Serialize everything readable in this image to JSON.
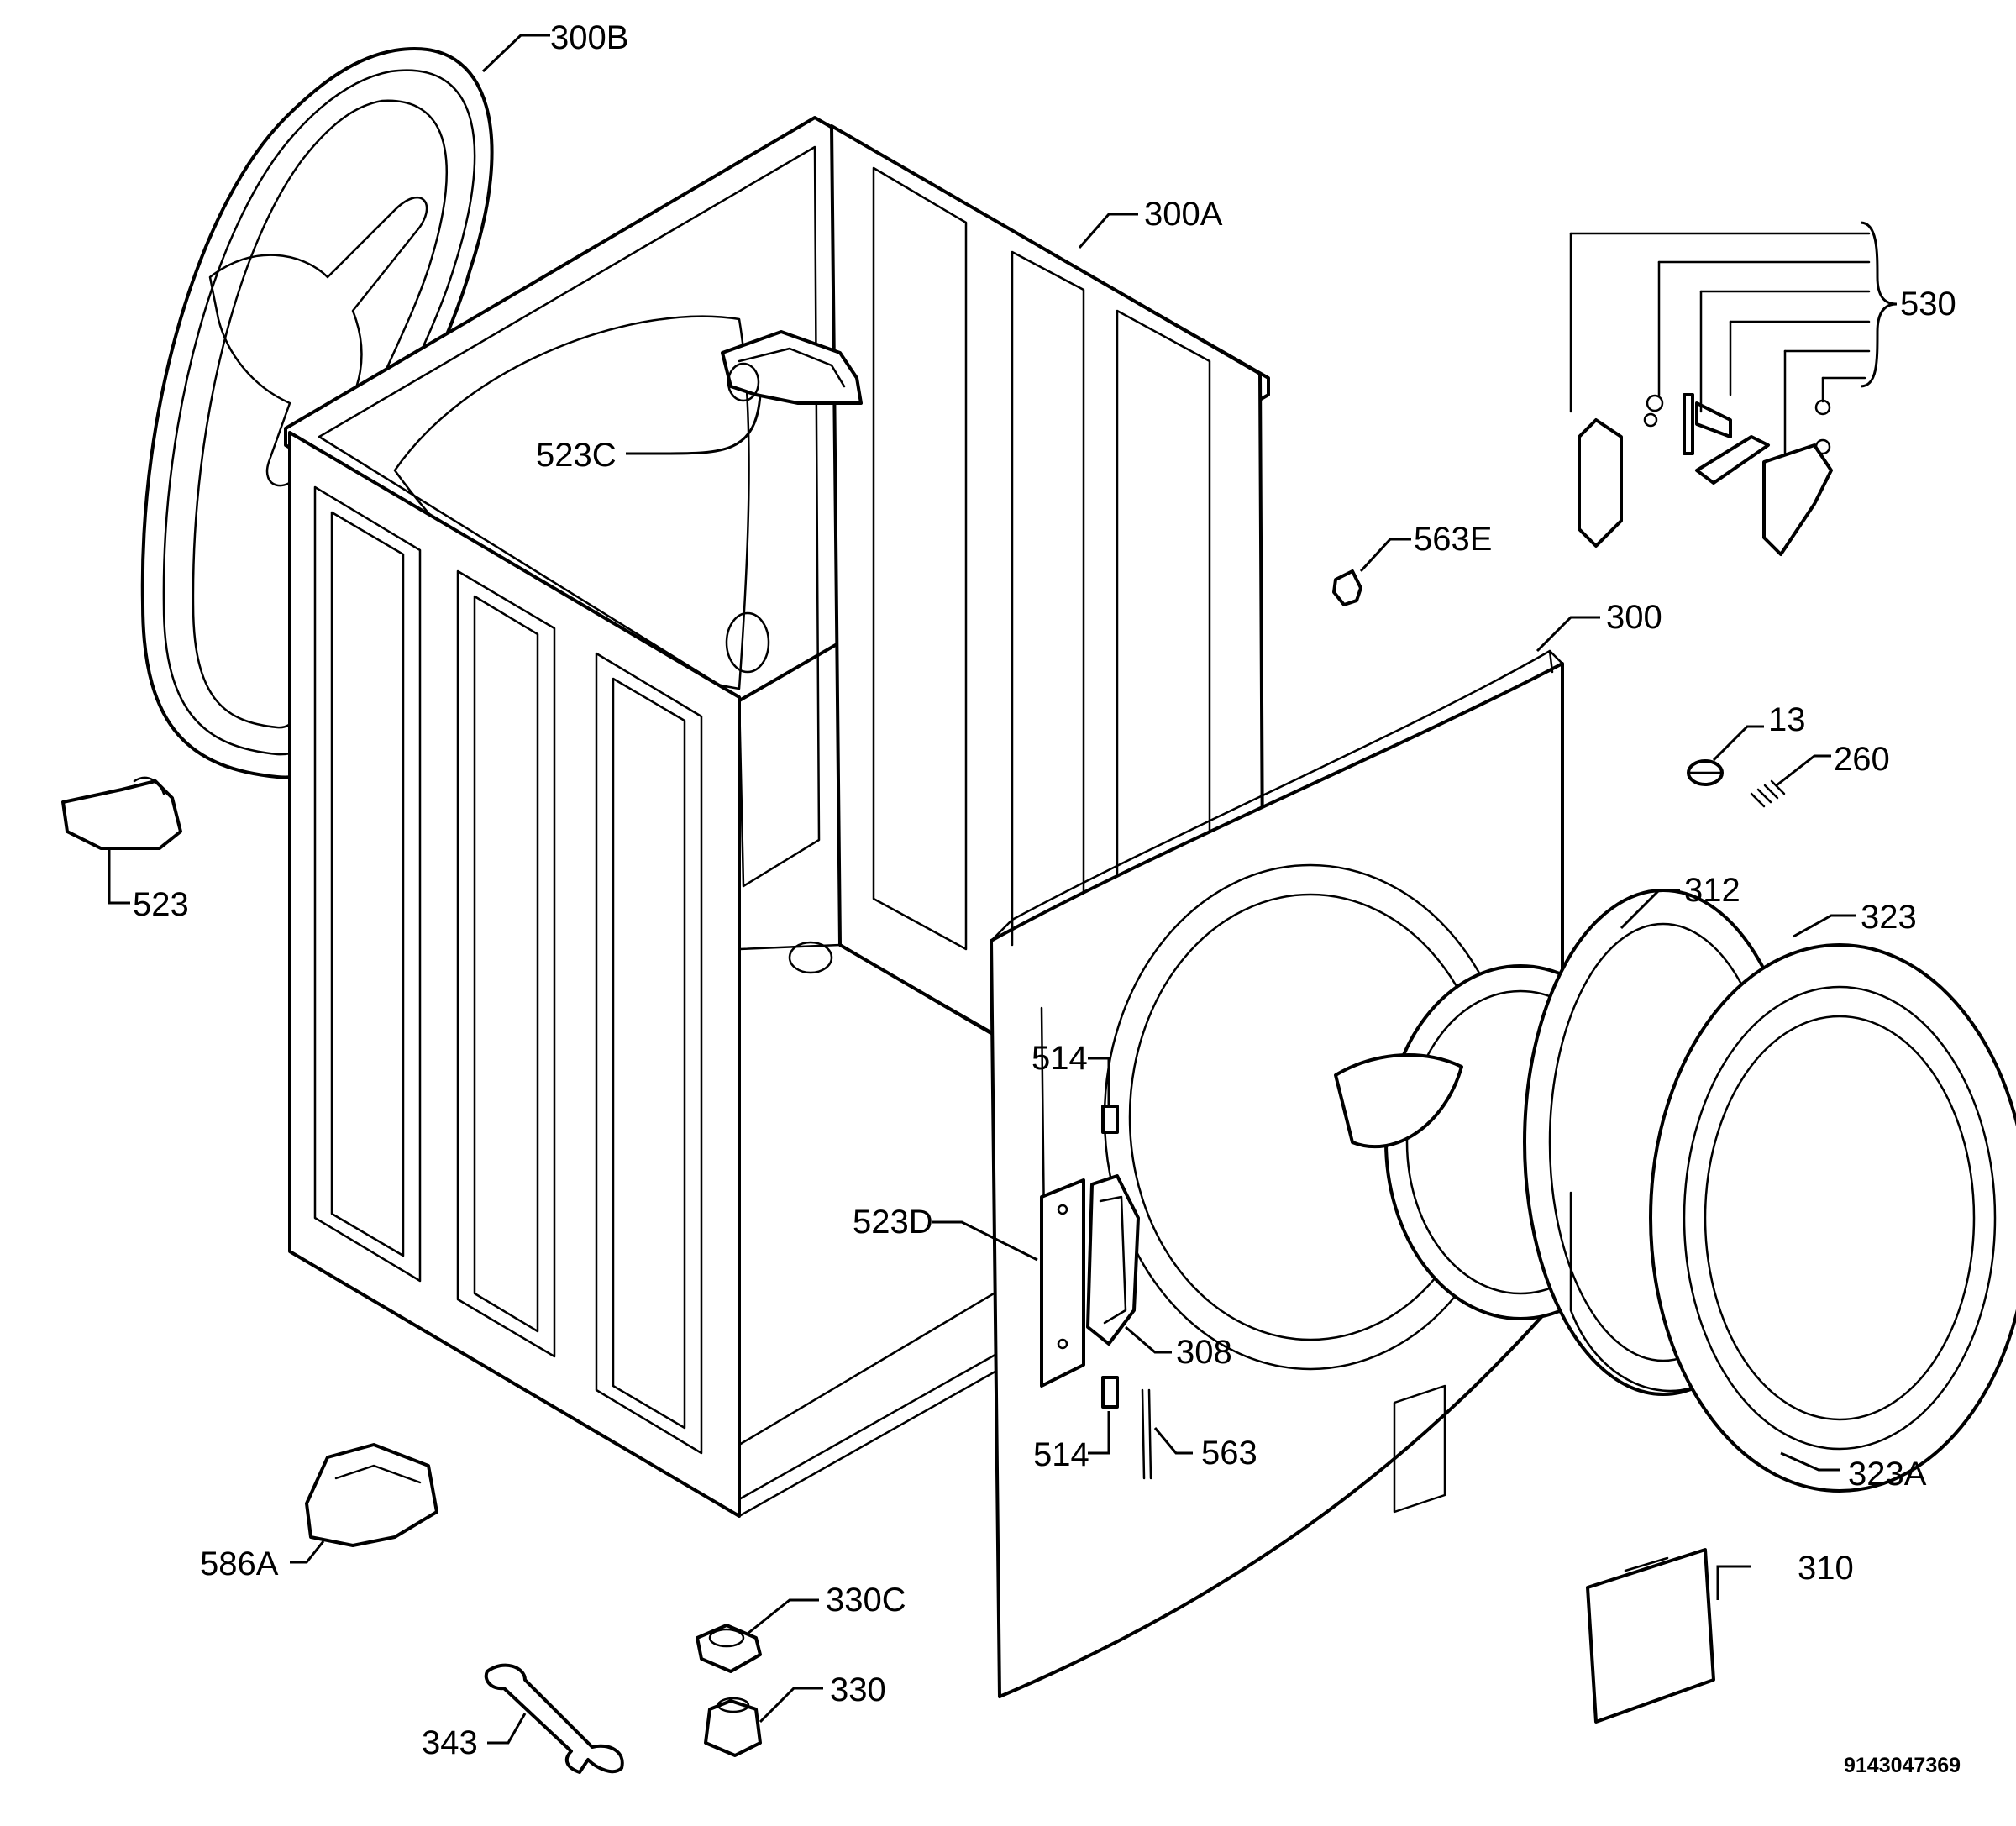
{
  "labels": {
    "l300B": "300B",
    "l300A": "300A",
    "l530": "530",
    "l523C": "523C",
    "l563E": "563E",
    "l300": "300",
    "l13": "13",
    "l260": "260",
    "l523": "523",
    "l312": "312",
    "l323": "323",
    "l514a": "514",
    "l523D": "523D",
    "l308": "308",
    "l514b": "514",
    "l563": "563",
    "l323A": "323A",
    "l586A": "586A",
    "l330C": "330C",
    "l310": "310",
    "l330": "330",
    "l343": "343"
  },
  "drawing_code": "9143047369"
}
